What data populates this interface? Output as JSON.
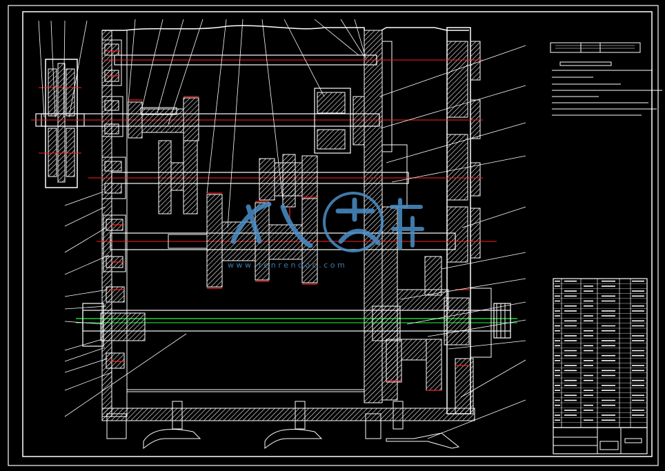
{
  "title": "CAD assembly drawing — gearbox section",
  "colors": {
    "background": "#000000",
    "line": "#ffffff",
    "centerline": "#ff2020",
    "accent_green": "#20ff40",
    "watermark": "#4a90c8"
  },
  "watermark": {
    "url_text": "w w w . r e n r e n d o c . c o m"
  },
  "parts_table": {
    "rows": 30,
    "columns": 6
  }
}
